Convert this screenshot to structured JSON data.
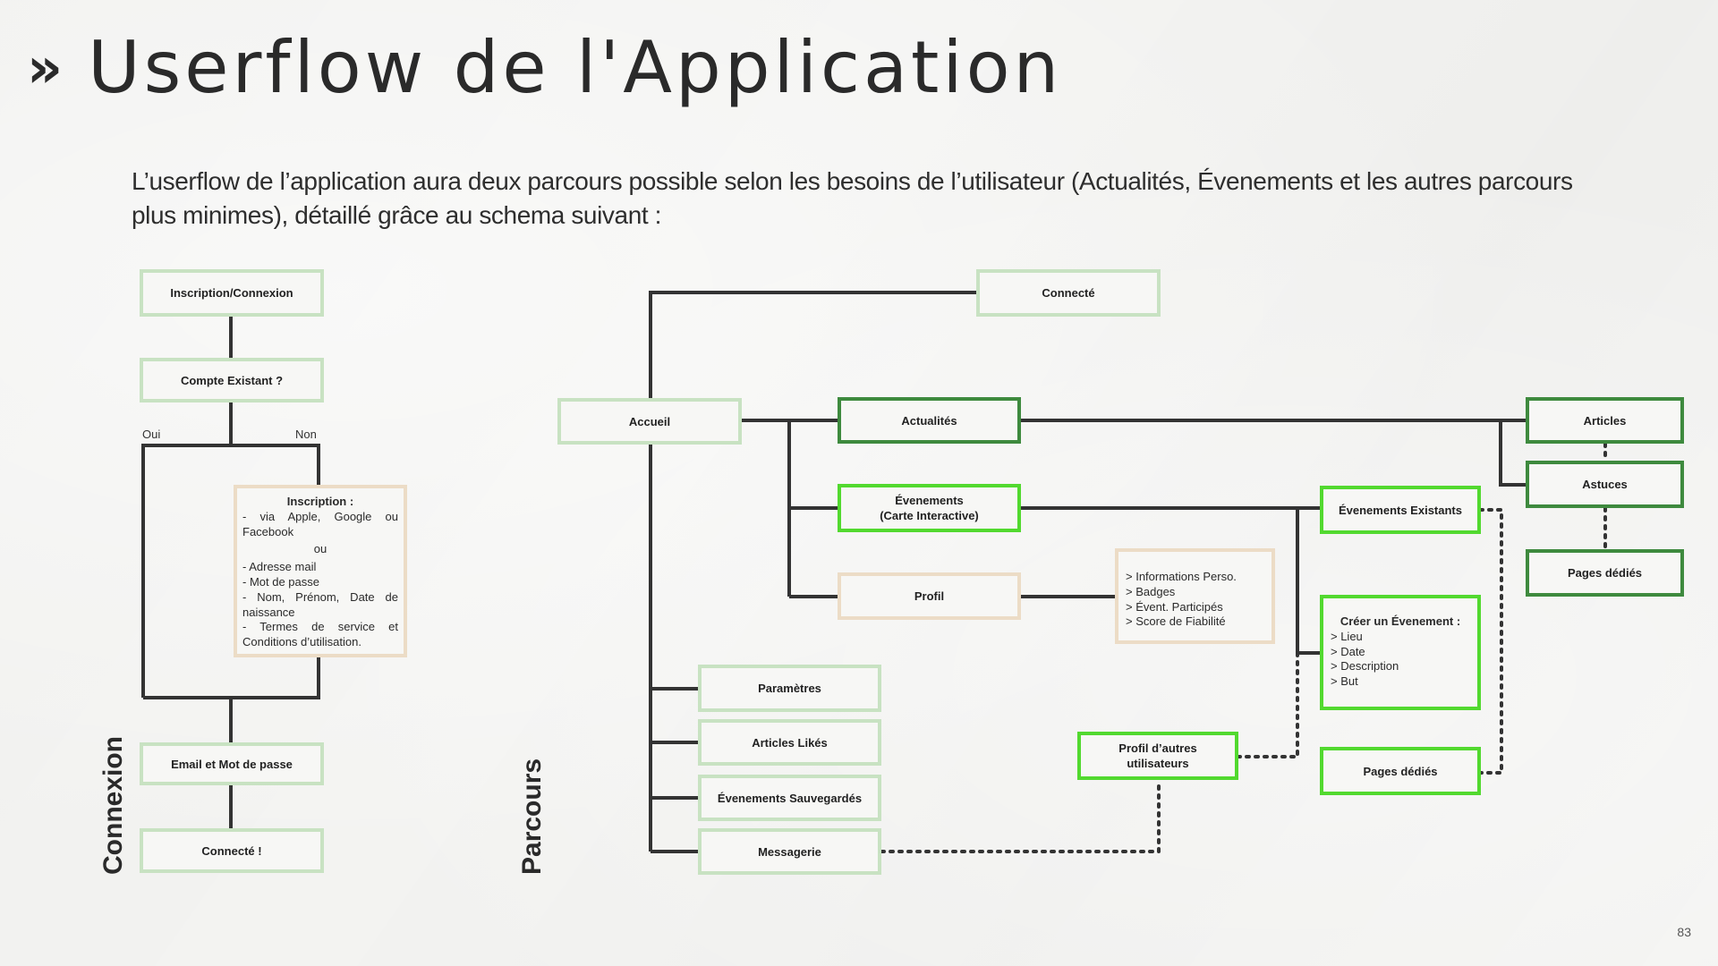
{
  "header": {
    "chevron": "»",
    "title": "Userflow de l'Application"
  },
  "intro": "L’userflow de l’application aura deux parcours possible selon les besoins de l’utilisateur (Actualités, Évenements et les autres parcours plus minimes), détaillé grâce au schema suivant :",
  "colors": {
    "light_green": "#c8e2c2",
    "dark_green": "#3e8a3e",
    "bright_green": "#52d92f",
    "beige": "#ecdcc6",
    "line": "#333333"
  },
  "connexion": {
    "section_label": "Connexion",
    "inscription_connexion": "Inscription/Connexion",
    "compte_existant": "Compte Existant ?",
    "oui": "Oui",
    "non": "Non",
    "inscription_box": {
      "title": "Inscription :",
      "line1": "- via Apple, Google ou Facebook",
      "or": "ou",
      "line2": "- Adresse mail",
      "line3": "- Mot de passe",
      "line4": "- Nom, Prénom, Date de naissance",
      "line5": "- Termes de service et Conditions d’utilisation."
    },
    "email_mdp": "Email et Mot de passe",
    "connecte": "Connecté !"
  },
  "parcours": {
    "section_label": "Parcours",
    "connecte": "Connecté",
    "accueil": "Accueil",
    "actualites": "Actualités",
    "evenements": "Évenements\n(Carte Interactive)",
    "profil": "Profil",
    "profil_details": [
      "> Informations Perso.",
      "> Badges",
      "> Évent. Participés",
      "> Score de Fiabilité"
    ],
    "parametres": "Paramètres",
    "articles_likes": "Articles Likés",
    "evenements_sauvegardes": "Évenements Sauvegardés",
    "messagerie": "Messagerie",
    "articles": "Articles",
    "astuces": "Astuces",
    "pages_dedies_top": "Pages dédiés",
    "evenements_existants": "Évenements Existants",
    "creer_evenement": {
      "title": "Créer un Évenement :",
      "items": [
        "> Lieu",
        "> Date",
        "> Description",
        "> But"
      ]
    },
    "profil_autres": "Profil d’autres\nutilisateurs",
    "pages_dedies_bottom": "Pages dédiés"
  },
  "page_number": "83"
}
